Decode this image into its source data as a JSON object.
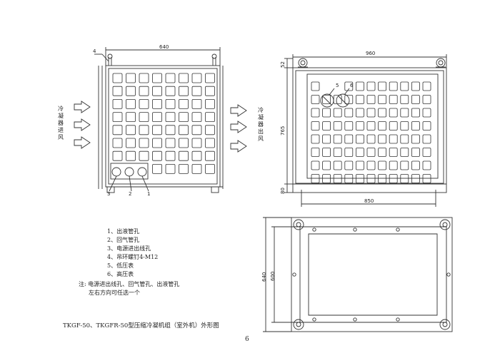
{
  "front_view": {
    "width_dim": "640",
    "callout_top": "4",
    "callouts_bottom": [
      "3",
      "2",
      "1"
    ],
    "intake_label": "冷凝器进风",
    "exhaust_label": "冷凝器出风"
  },
  "side_view": {
    "width_dim": "960",
    "base_dim": "850",
    "height_dims": [
      "52",
      "765",
      "80"
    ],
    "gauge_labels": [
      "5",
      "6"
    ]
  },
  "bottom_view": {
    "outer_dim": "640",
    "inner_dim": "600"
  },
  "legend": {
    "items": [
      "1、出液管孔",
      "2、回气管孔",
      "3、电源进出线孔",
      "4、吊环螺钉4-M12",
      "5、低压表",
      "6、高压表"
    ],
    "note_line1": "注: 电源进出线孔、回气管孔、出液管孔",
    "note_line2": "左右方向可任选一个"
  },
  "caption": "TKGF-50、TKGFR-50型压缩冷凝机组（室外机）外形图",
  "page_number": "6"
}
